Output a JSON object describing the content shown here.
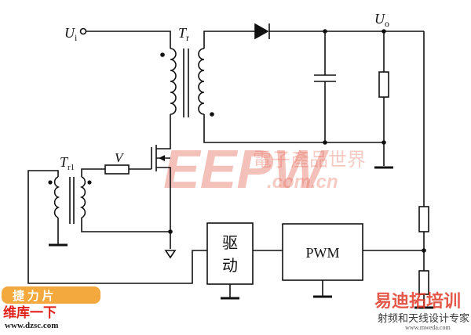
{
  "labels": {
    "input": "U",
    "input_sub": "i",
    "output": "U",
    "output_sub": "o",
    "transformer": "T",
    "transformer_sub": "r",
    "drive_transformer": "T",
    "drive_transformer_sub": "r1",
    "switch": "V",
    "driver_line1": "驱",
    "driver_line2": "动",
    "pwm": "PWM"
  },
  "watermark": {
    "logo_letters": "EEPW",
    "brand_cn": "電子產品世界",
    "domain": ".com.cn",
    "left_logo_cn": "捷 力 片",
    "left_sub_cn": "维库一下",
    "left_url": "www.dzsc.com",
    "right_logo_cn": "易迪拓培训",
    "right_sub_cn": "射频和天线设计专家",
    "right_url": "www.mweda.com"
  },
  "colors": {
    "wire": "#111111",
    "eepw_red": "#d9321a",
    "eepw_light": "#f2b8ae",
    "orange": "#f29a1c",
    "right_logo_red": "#e03a2a"
  }
}
